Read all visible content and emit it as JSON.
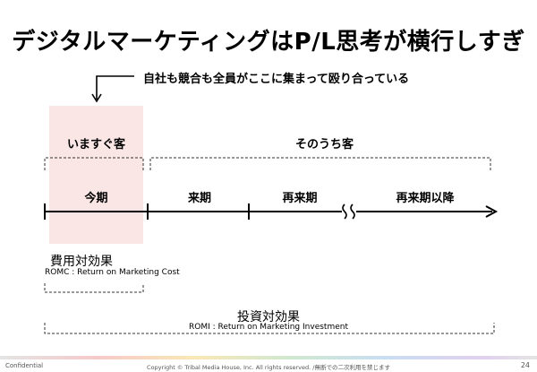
{
  "slide": {
    "title": "デジタルマーケティングはP/L思考が横行しすぎ",
    "callout": "自社も競合も全員がここに集まって殴り合っている",
    "groups": {
      "now": "いますぐ客",
      "later": "そのうち客"
    },
    "periods": [
      "今期",
      "来期",
      "再来期",
      "再来期以降"
    ],
    "romc": {
      "label": "費用対効果",
      "sub": "ROMC : Return on Marketing Cost"
    },
    "romi": {
      "label": "投資対効果",
      "sub": "ROMI : Return on Marketing Investment"
    },
    "colors": {
      "highlight": "#fbe6e6",
      "line": "#000000",
      "bracket": "#333333"
    }
  },
  "footer": {
    "left": "Confidential",
    "center": "Copyright © Tribal Media House, Inc. All rights reserved. /無断での二次利用を禁じます",
    "page": "24"
  }
}
